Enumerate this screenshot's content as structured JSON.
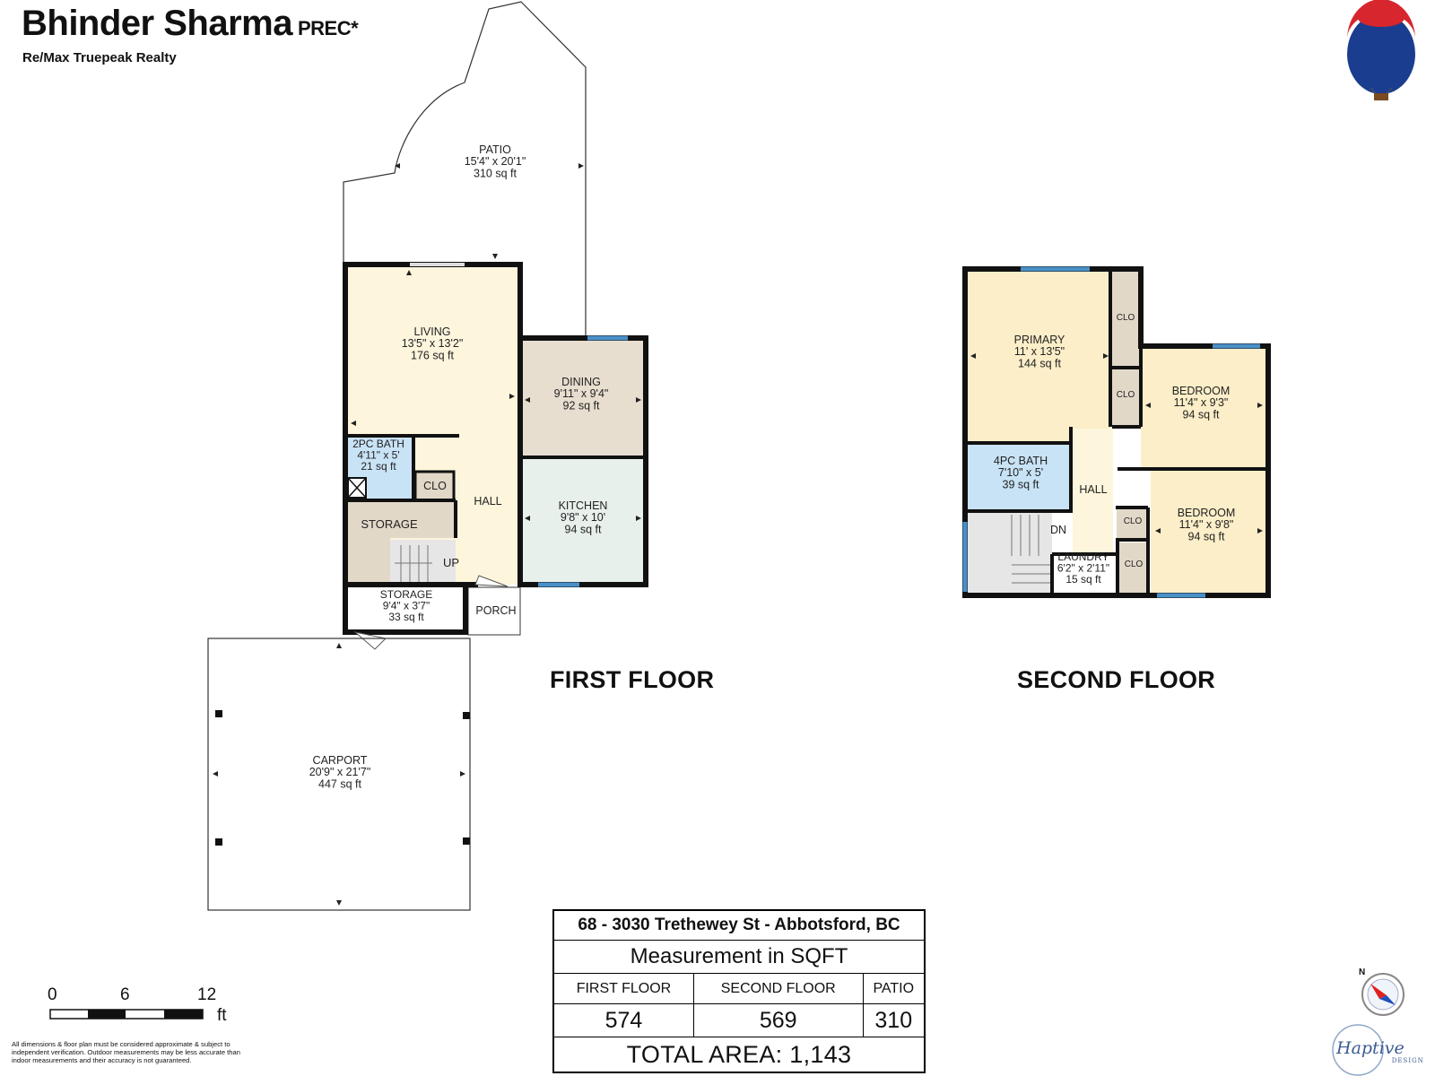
{
  "header": {
    "agent_name": "Bhinder Sharma",
    "agent_suffix": "PREC*",
    "brokerage": "Re/Max Truepeak Realty",
    "logo_text": "RE/MAX"
  },
  "floors": {
    "first_title": "FIRST FLOOR",
    "second_title": "SECOND FLOOR"
  },
  "rooms": {
    "patio": {
      "name": "PATIO",
      "dims": "15'4\" x 20'1\"",
      "area": "310 sq ft"
    },
    "living": {
      "name": "LIVING",
      "dims": "13'5\" x 13'2\"",
      "area": "176 sq ft"
    },
    "dining": {
      "name": "DINING",
      "dims": "9'11\" x 9'4\"",
      "area": "92 sq ft"
    },
    "bath2pc": {
      "name": "2PC BATH",
      "dims": "4'11\" x 5'",
      "area": "21 sq ft"
    },
    "clo_first": {
      "name": "CLO"
    },
    "hall_first": {
      "name": "HALL"
    },
    "kitchen": {
      "name": "KITCHEN",
      "dims": "9'8\" x 10'",
      "area": "94 sq ft"
    },
    "storage_a": {
      "name": "STORAGE"
    },
    "up": {
      "name": "UP"
    },
    "storage_b": {
      "name": "STORAGE",
      "dims": "9'4\" x 3'7\"",
      "area": "33 sq ft"
    },
    "porch": {
      "name": "PORCH"
    },
    "carport": {
      "name": "CARPORT",
      "dims": "20'9\" x 21'7\"",
      "area": "447 sq ft"
    },
    "primary": {
      "name": "PRIMARY",
      "dims": "11' x 13'5\"",
      "area": "144 sq ft"
    },
    "clo_primary": {
      "name": "CLO"
    },
    "bedroom_a": {
      "name": "BEDROOM",
      "dims": "11'4\" x 9'3\"",
      "area": "94 sq ft"
    },
    "clo_bedroom_a": {
      "name": "CLO"
    },
    "bath4pc": {
      "name": "4PC BATH",
      "dims": "7'10\" x 5'",
      "area": "39 sq ft"
    },
    "hall_second": {
      "name": "HALL"
    },
    "dn": {
      "name": "DN"
    },
    "laundry": {
      "name": "LAUNDRY",
      "dims": "6'2\" x 2'11\"",
      "area": "15 sq ft"
    },
    "bedroom_b": {
      "name": "BEDROOM",
      "dims": "11'4\" x 9'8\"",
      "area": "94 sq ft"
    },
    "clo_bedroom_b1": {
      "name": "CLO"
    },
    "clo_bedroom_b2": {
      "name": "CLO"
    }
  },
  "scale_bar": {
    "ticks": [
      "0",
      "6",
      "12"
    ],
    "unit": "ft"
  },
  "summary": {
    "address": "68 - 3030 Trethewey St - Abbotsford, BC",
    "measurement": "Measurement in SQFT",
    "headers": [
      "FIRST FLOOR",
      "SECOND FLOOR",
      "PATIO"
    ],
    "values": [
      "574",
      "569",
      "310"
    ],
    "total": "TOTAL AREA: 1,143"
  },
  "disclaimer": "All dimensions & floor plan must be considered approximate & subject to independent verification. Outdoor measurements may be less accurate than indoor measurements and their accuracy is not guaranteed.",
  "compass_label": "N",
  "designer": {
    "name": "Haptive",
    "sub": "DESIGN"
  },
  "colors": {
    "living": "#fdf5dc",
    "dining": "#e8ded0",
    "kitchen": "#e8f0ec",
    "bath": "#c9e3f6",
    "storage": "#e2d8c8",
    "stair": "#e6e6e6",
    "bedroom": "#fbeec8",
    "window": "#4a90c8",
    "wall": "#111111"
  }
}
